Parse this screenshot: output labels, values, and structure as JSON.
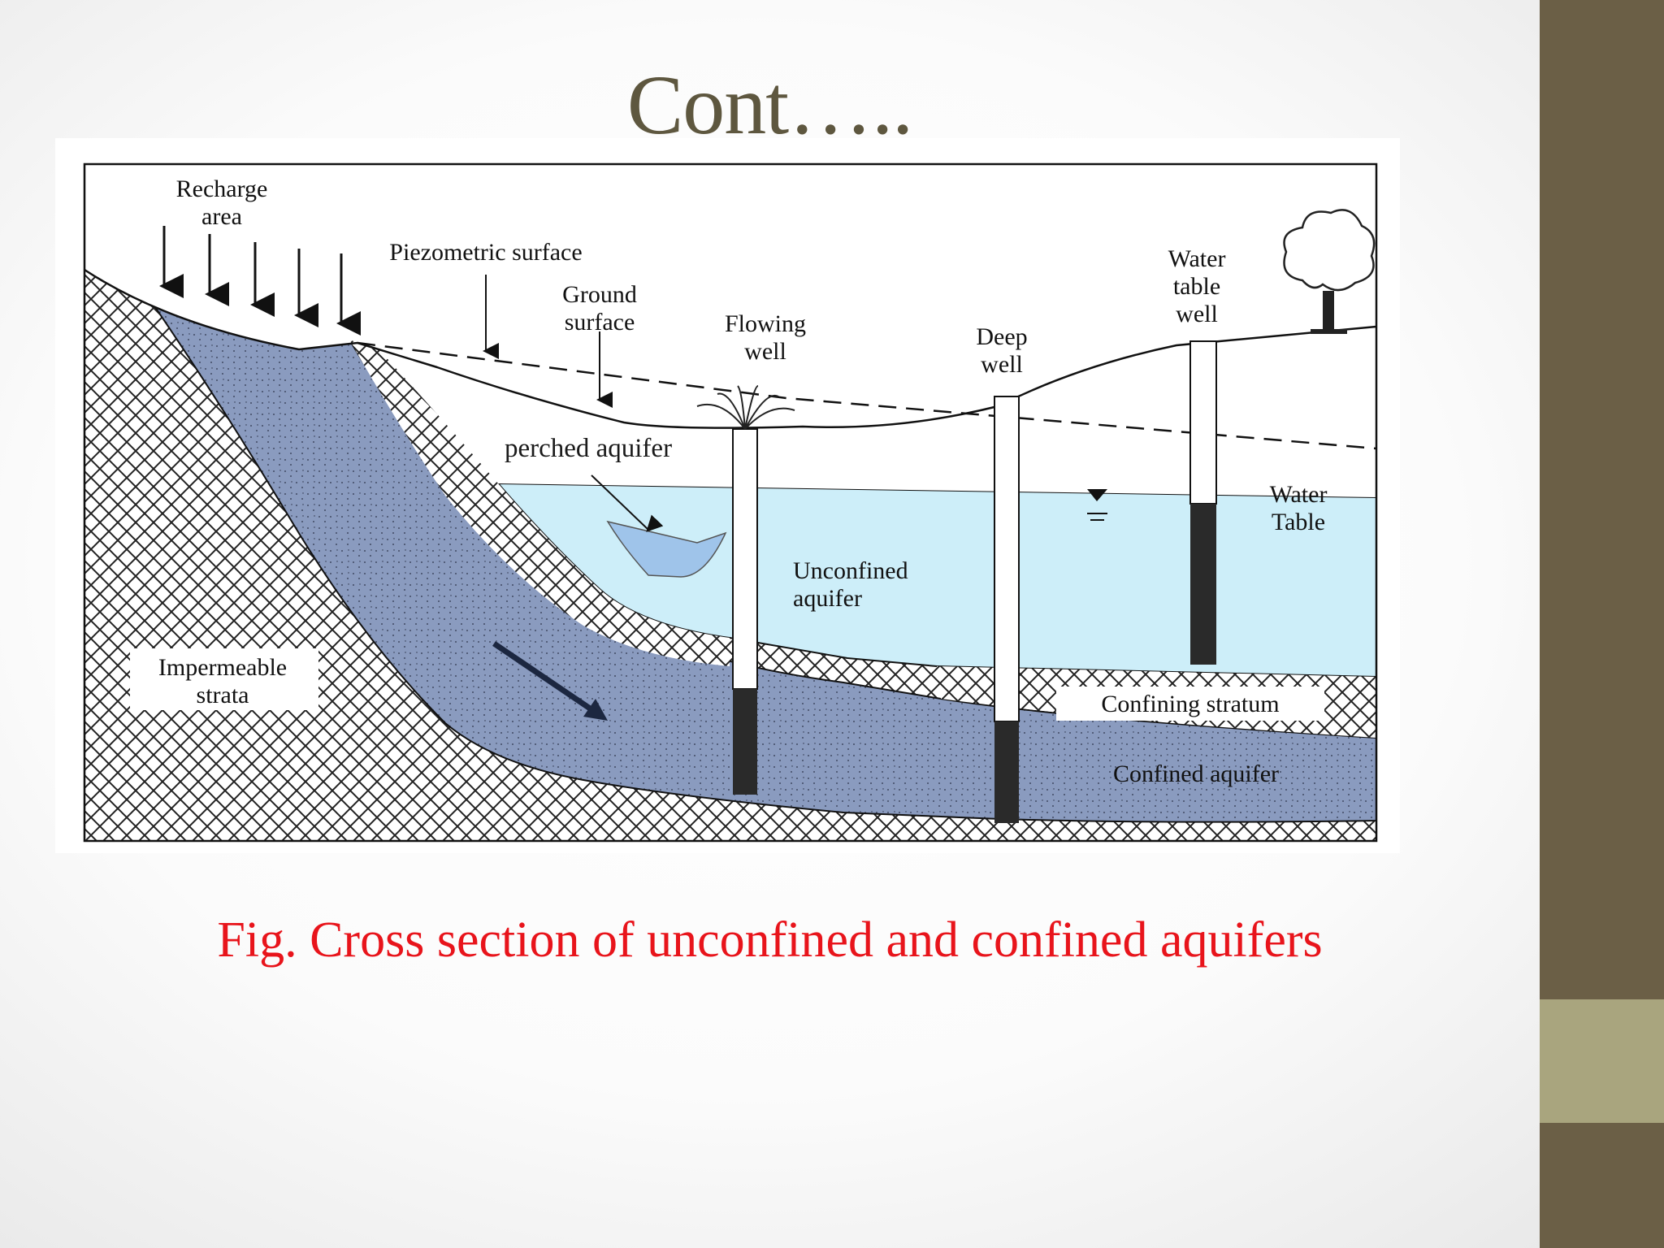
{
  "slide": {
    "title": "Cont…..",
    "caption": "Fig. Cross section of unconfined and confined aquifers"
  },
  "diagram": {
    "labels": {
      "recharge_area": [
        "Recharge",
        "area"
      ],
      "piezometric_surface": "Piezometric surface",
      "ground_surface": [
        "Ground",
        "surface"
      ],
      "flowing_well": [
        "Flowing",
        "well"
      ],
      "deep_well": [
        "Deep",
        "well"
      ],
      "water_table_well": [
        "Water",
        "table",
        "well"
      ],
      "perched_aquifer": "perched aquifer",
      "water_table": [
        "Water",
        "Table"
      ],
      "unconfined_aquifer": [
        "Unconfined",
        "aquifer"
      ],
      "impermeable_strata": [
        "Impermeable",
        "strata"
      ],
      "confining_stratum": "Confining stratum",
      "confined_aquifer": "Confined aquifer"
    }
  },
  "colors": {
    "sidebar": "#6b5f46",
    "sidebar_accent": "#a9a57e",
    "title": "#5e573f",
    "caption": "#e8141b",
    "confined_aquifer": "#8a9bbf",
    "unconfined_aquifer": "#cdeef9",
    "perched_water": "#9fc4ea"
  }
}
